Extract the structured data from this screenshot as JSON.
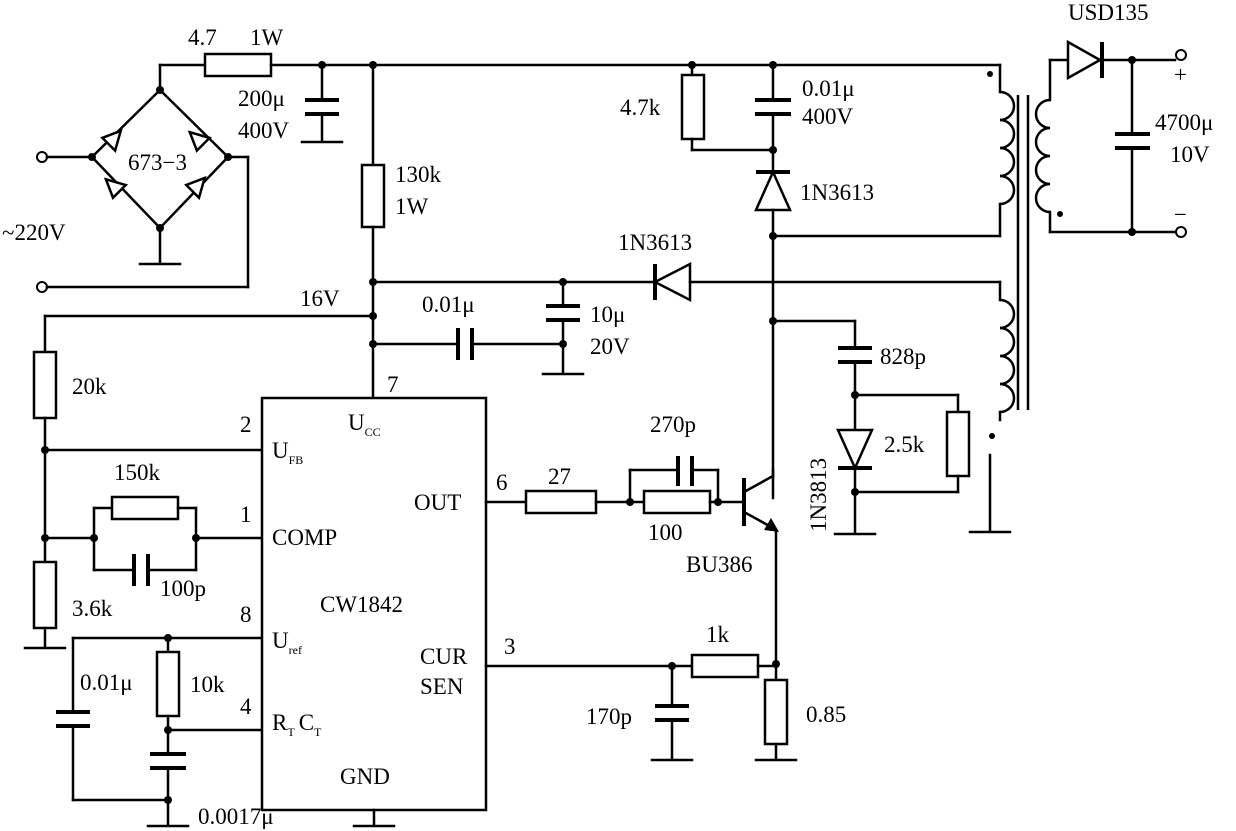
{
  "input": {
    "voltage": "~220V"
  },
  "bridge": {
    "label": "673−3"
  },
  "r_in": {
    "label1": "4.7",
    "label2": "1W"
  },
  "c_bulk": {
    "label1": "200μ",
    "label2": "400V"
  },
  "r_start": {
    "label1": "130k",
    "label2": "1W"
  },
  "snubber": {
    "r": "4.7k",
    "c1": "0.01μ",
    "c2": "400V",
    "d": "1N3613"
  },
  "out_diode": {
    "label": "USD135"
  },
  "out_cap": {
    "label1": "4700μ",
    "label2": "10V"
  },
  "out_terms": {
    "plus": "+",
    "minus": "−"
  },
  "aux_diode": {
    "label": "1N3613"
  },
  "vcc": {
    "label": "16V",
    "c_small": "0.01μ",
    "c_big1": "10μ",
    "c_big2": "20V"
  },
  "fb": {
    "r_top": "20k",
    "r_bot": "3.6k",
    "r_comp": "150k",
    "c_comp": "100p"
  },
  "timing": {
    "c_ref": "0.01μ",
    "rt": "10k",
    "ct": "0.0017μ"
  },
  "ic": {
    "name": "CW1842",
    "ucc": "U",
    "ucc_sub": "CC",
    "ufb": "U",
    "ufb_sub": "FB",
    "comp": "COMP",
    "uref": "U",
    "uref_sub": "ref",
    "rtct_r": "R",
    "rtct_rsub": "T",
    "rtct_c": "C",
    "rtct_csub": "T",
    "out": "OUT",
    "cur1": "CUR",
    "cur2": "SEN",
    "gnd": "GND",
    "pin7": "7",
    "pin2": "2",
    "pin1": "1",
    "pin8": "8",
    "pin4": "4",
    "pin6": "6",
    "pin3": "3"
  },
  "drive": {
    "r_series": "27",
    "c_speed": "270p",
    "r_base": "100"
  },
  "transistor": {
    "label": "BU386"
  },
  "clamp": {
    "c": "828p",
    "d": "1N3813",
    "r": "2.5k"
  },
  "sense": {
    "r_filter": "1k",
    "c_filter": "170p",
    "r_sense": "0.85"
  }
}
